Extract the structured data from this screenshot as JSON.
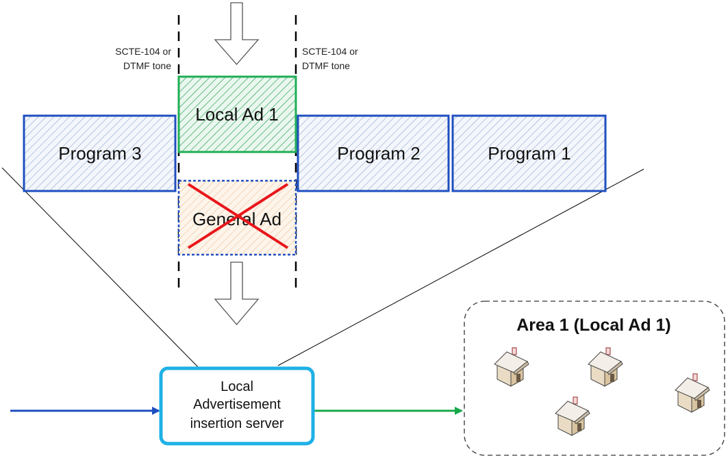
{
  "cue_labels": {
    "left": {
      "line1": "SCTE-104 or",
      "line2": "DTMF tone"
    },
    "right": {
      "line1": "SCTE-104 or",
      "line2": "DTMF tone"
    }
  },
  "blocks": {
    "local_ad": "Local Ad 1",
    "general_ad": "General Ad",
    "program3": "Program 3",
    "program2": "Program 2",
    "program1": "Program 1"
  },
  "server": {
    "line1": "Local",
    "line2": "Advertisement",
    "line3": "insertion server"
  },
  "area": {
    "title": "Area 1 (Local Ad 1)"
  },
  "colors": {
    "program_border": "#1f4fbf",
    "local_ad_border": "#1fae55",
    "general_ad_border": "#1f4fbf",
    "cross": "#e8161b",
    "server_border": "#1fb1e6",
    "input_arrow": "#1f4fbf",
    "output_arrow": "#17a84b"
  },
  "icons": [
    "house-icon",
    "house-icon",
    "house-icon",
    "house-icon"
  ]
}
